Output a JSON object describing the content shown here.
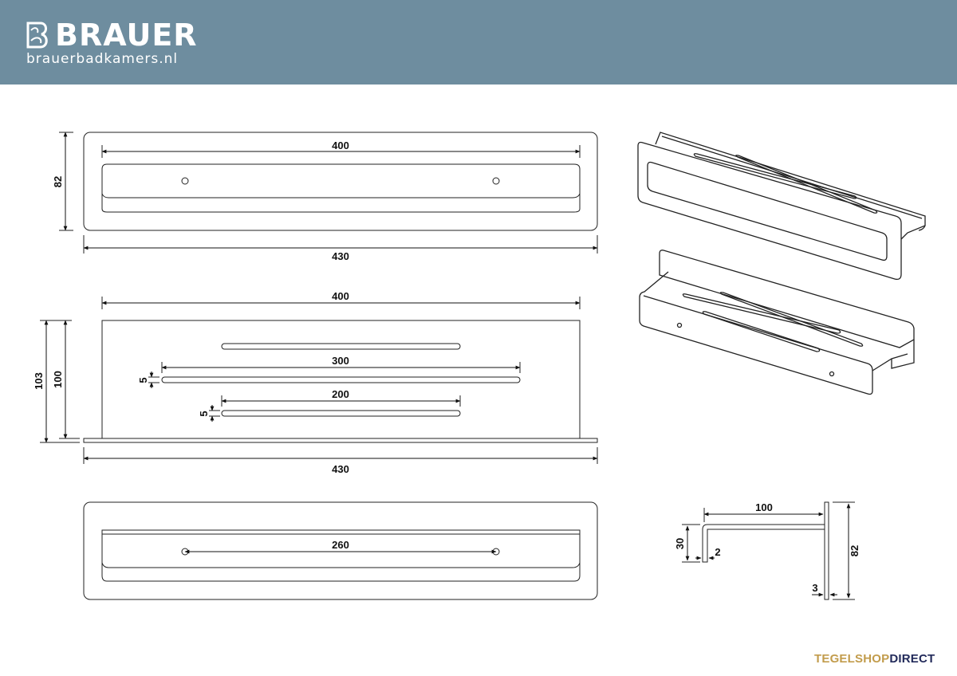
{
  "header": {
    "brand_name": "BRAUER",
    "brand_url": "brauerbadkamers.nl",
    "background_color": "#6e8d9f",
    "logo_icon": "brauer-b-monogram-icon"
  },
  "dimensions": {
    "top_view": {
      "width_inner": "400",
      "width_total": "430",
      "height": "82"
    },
    "front_view": {
      "width_inner": "400",
      "width_total": "430",
      "height_total": "103",
      "height_inner": "100",
      "slot_long": "300",
      "slot_short": "200",
      "slot_height_1": "5",
      "slot_height_2": "5"
    },
    "bottom_view": {
      "hole_spacing": "260"
    },
    "side_section": {
      "depth": "100",
      "lip_height": "30",
      "thickness_lip": "2",
      "height": "82",
      "thickness_back": "3"
    }
  },
  "footer": {
    "logo_part1": "TEGELSHOP",
    "logo_part2": "DIRECT",
    "color_part1": "#c29c4c",
    "color_part2": "#222a5a"
  }
}
